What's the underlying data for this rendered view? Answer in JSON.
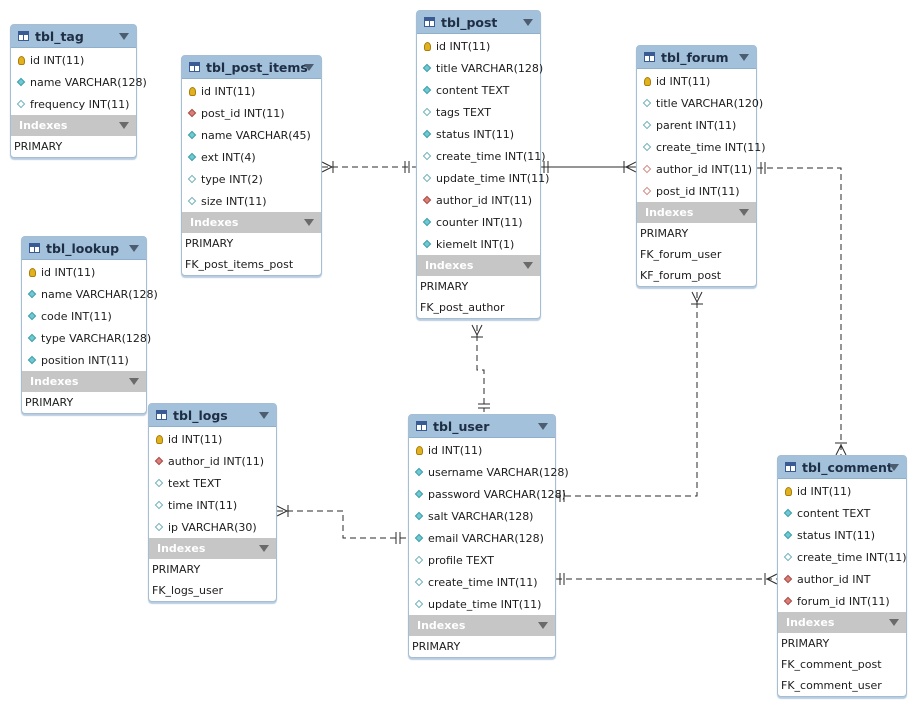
{
  "tables": [
    {
      "id": "tbl_tag",
      "name": "tbl_tag",
      "columns": [
        {
          "text": "id INT(11)",
          "key": "pk"
        },
        {
          "text": "name VARCHAR(128)",
          "key": "full"
        },
        {
          "text": "frequency INT(11)",
          "key": "hollow"
        }
      ],
      "indexes_label": "Indexes",
      "indexes": [
        "PRIMARY"
      ]
    },
    {
      "id": "tbl_post_items",
      "name": "tbl_post_items",
      "columns": [
        {
          "text": "id INT(11)",
          "key": "pk"
        },
        {
          "text": "post_id INT(11)",
          "key": "fk"
        },
        {
          "text": "name VARCHAR(45)",
          "key": "full"
        },
        {
          "text": "ext INT(4)",
          "key": "full"
        },
        {
          "text": "type INT(2)",
          "key": "hollow"
        },
        {
          "text": "size INT(11)",
          "key": "hollow"
        }
      ],
      "indexes_label": "Indexes",
      "indexes": [
        "PRIMARY",
        "FK_post_items_post"
      ]
    },
    {
      "id": "tbl_post",
      "name": "tbl_post",
      "columns": [
        {
          "text": "id INT(11)",
          "key": "pk"
        },
        {
          "text": "title VARCHAR(128)",
          "key": "full"
        },
        {
          "text": "content TEXT",
          "key": "full"
        },
        {
          "text": "tags TEXT",
          "key": "hollow"
        },
        {
          "text": "status INT(11)",
          "key": "full"
        },
        {
          "text": "create_time INT(11)",
          "key": "hollow"
        },
        {
          "text": "update_time INT(11)",
          "key": "hollow"
        },
        {
          "text": "author_id INT(11)",
          "key": "fk"
        },
        {
          "text": "counter INT(11)",
          "key": "full"
        },
        {
          "text": "kiemelt INT(1)",
          "key": "full"
        }
      ],
      "indexes_label": "Indexes",
      "indexes": [
        "PRIMARY",
        "FK_post_author"
      ]
    },
    {
      "id": "tbl_forum",
      "name": "tbl_forum",
      "columns": [
        {
          "text": "id INT(11)",
          "key": "pk"
        },
        {
          "text": "title VARCHAR(120)",
          "key": "hollow"
        },
        {
          "text": "parent INT(11)",
          "key": "hollow"
        },
        {
          "text": "create_time INT(11)",
          "key": "hollow"
        },
        {
          "text": "author_id INT(11)",
          "key": "fk-hollow"
        },
        {
          "text": "post_id INT(11)",
          "key": "fk-hollow"
        }
      ],
      "indexes_label": "Indexes",
      "indexes": [
        "PRIMARY",
        "FK_forum_user",
        "KF_forum_post"
      ]
    },
    {
      "id": "tbl_lookup",
      "name": "tbl_lookup",
      "columns": [
        {
          "text": "id INT(11)",
          "key": "pk"
        },
        {
          "text": "name VARCHAR(128)",
          "key": "full"
        },
        {
          "text": "code INT(11)",
          "key": "full"
        },
        {
          "text": "type VARCHAR(128)",
          "key": "full"
        },
        {
          "text": "position INT(11)",
          "key": "full"
        }
      ],
      "indexes_label": "Indexes",
      "indexes": [
        "PRIMARY"
      ]
    },
    {
      "id": "tbl_logs",
      "name": "tbl_logs",
      "columns": [
        {
          "text": "id INT(11)",
          "key": "pk"
        },
        {
          "text": "author_id INT(11)",
          "key": "fk"
        },
        {
          "text": "text TEXT",
          "key": "hollow"
        },
        {
          "text": "time INT(11)",
          "key": "hollow"
        },
        {
          "text": "ip VARCHAR(30)",
          "key": "hollow"
        }
      ],
      "indexes_label": "Indexes",
      "indexes": [
        "PRIMARY",
        "FK_logs_user"
      ]
    },
    {
      "id": "tbl_user",
      "name": "tbl_user",
      "columns": [
        {
          "text": "id INT(11)",
          "key": "pk"
        },
        {
          "text": "username VARCHAR(128)",
          "key": "full"
        },
        {
          "text": "password VARCHAR(128)",
          "key": "full"
        },
        {
          "text": "salt VARCHAR(128)",
          "key": "full"
        },
        {
          "text": "email VARCHAR(128)",
          "key": "full"
        },
        {
          "text": "profile TEXT",
          "key": "hollow"
        },
        {
          "text": "create_time INT(11)",
          "key": "hollow"
        },
        {
          "text": "update_time INT(11)",
          "key": "hollow"
        }
      ],
      "indexes_label": "Indexes",
      "indexes": [
        "PRIMARY"
      ]
    },
    {
      "id": "tbl_comment",
      "name": "tbl_comment",
      "columns": [
        {
          "text": "id INT(11)",
          "key": "pk"
        },
        {
          "text": "content TEXT",
          "key": "full"
        },
        {
          "text": "status INT(11)",
          "key": "full"
        },
        {
          "text": "create_time INT(11)",
          "key": "hollow"
        },
        {
          "text": "author_id INT",
          "key": "fk"
        },
        {
          "text": "forum_id INT(11)",
          "key": "fk"
        }
      ],
      "indexes_label": "Indexes",
      "indexes": [
        "PRIMARY",
        "FK_comment_post",
        "FK_comment_user"
      ]
    }
  ],
  "relationships": [
    {
      "from": "tbl_post_items",
      "to": "tbl_post"
    },
    {
      "from": "tbl_post",
      "to": "tbl_forum"
    },
    {
      "from": "tbl_post",
      "to": "tbl_user"
    },
    {
      "from": "tbl_forum",
      "to": "tbl_user"
    },
    {
      "from": "tbl_comment",
      "to": "tbl_forum"
    },
    {
      "from": "tbl_logs",
      "to": "tbl_user"
    },
    {
      "from": "tbl_comment",
      "to": "tbl_user"
    }
  ]
}
